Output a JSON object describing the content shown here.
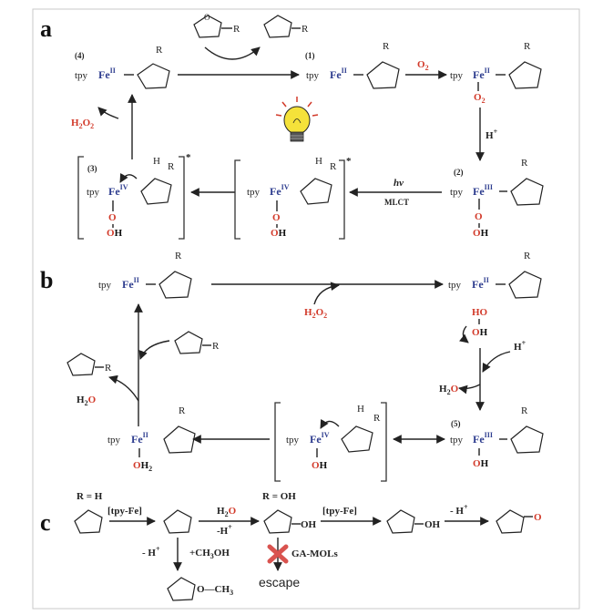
{
  "panels": {
    "a": "a",
    "b": "b",
    "c": "c"
  },
  "panel_a": {
    "step4": "(4)",
    "step1": "(1)",
    "step2": "(2)",
    "step3": "(3)",
    "tpy": "tpy",
    "fe2": "Fe",
    "fe2_sup": "II",
    "fe3_sup": "III",
    "fe4_sup": "IV",
    "o2": "O",
    "o2_sub": "2",
    "h_plus": "H",
    "h2o2": "H",
    "hv": "hv",
    "mlct": "MLCT",
    "oh": "OH",
    "o": "O",
    "r": "R",
    "h": "H",
    "star": "*"
  },
  "panel_b": {
    "h2o2": "H",
    "ho": "HO",
    "oh": "OH",
    "h_plus": "H",
    "h2o_right": "H",
    "h2o_left": "H",
    "step5": "(5)",
    "oh2": "OH",
    "r": "R"
  },
  "panel_c": {
    "r_eq_h": "R = H",
    "r_eq_oh": "R = OH",
    "tpy_fe": "[tpy-Fe]",
    "tpy_fe2": "[tpy-Fe]",
    "h2o": "H",
    "minus_h": "-H",
    "minus_h_right": "- H",
    "minus_h_down": "- H",
    "ch3oh": "+CH",
    "ga_mols": "GA-MOLs",
    "escape": "escape",
    "oh": "OH",
    "och3": "O—CH"
  },
  "colors": {
    "iron_blue": "#2e3d8f",
    "oxygen_red": "#d23a2a",
    "escape_cross": "#d9534f",
    "bulb_yellow": "#f5e23a"
  },
  "icons": [
    "light-bulb-icon",
    "red-cross-icon"
  ]
}
